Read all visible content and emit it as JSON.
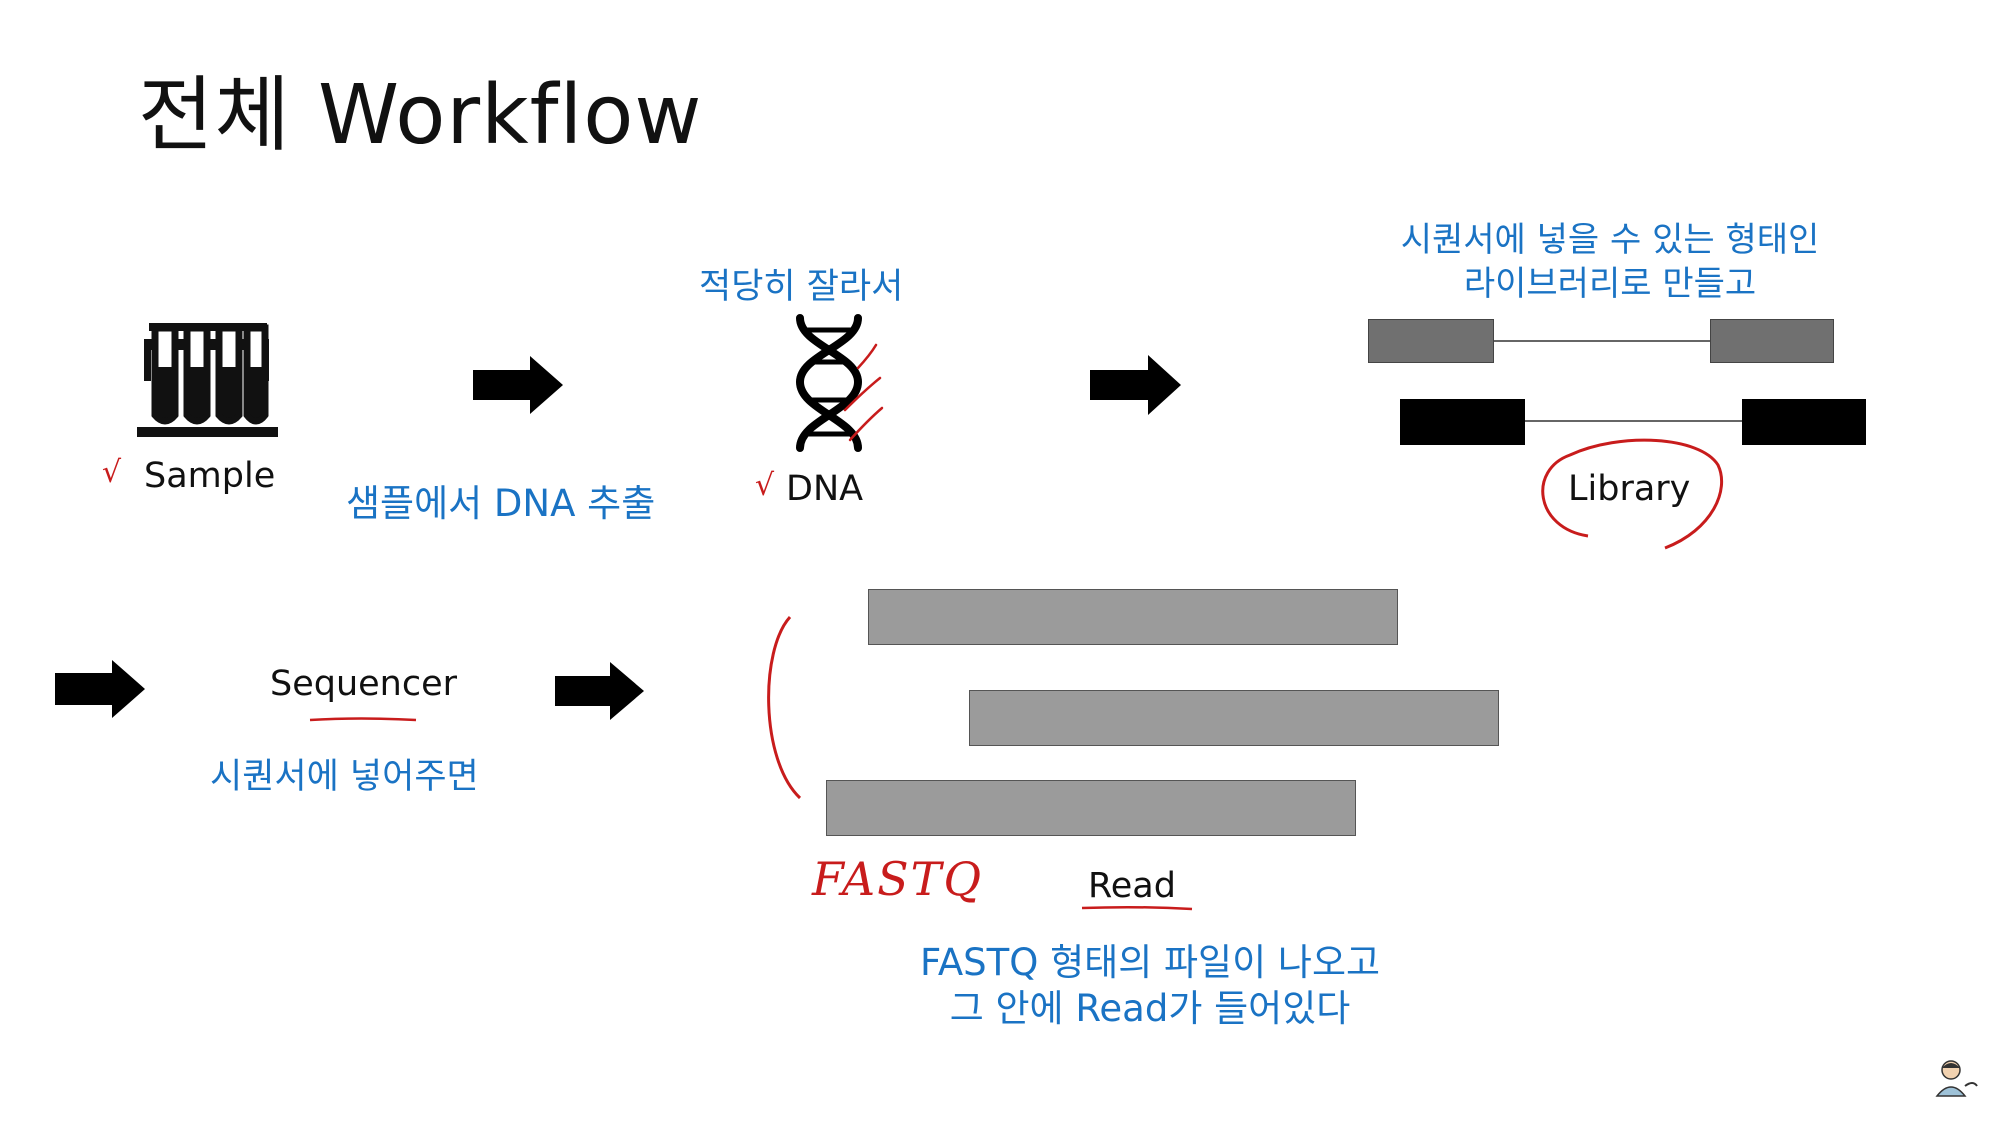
{
  "title": "전체 Workflow",
  "steps": {
    "sample_label": "Sample",
    "extract_caption": "샘플에서 DNA 추출",
    "cut_caption": "적당히 잘라서",
    "dna_label": "DNA",
    "library_caption_line1": "시퀀서에 넣을 수 있는 형태인",
    "library_caption_line2": "라이브러리로 만들고",
    "library_label": "Library",
    "sequencer_label": "Sequencer",
    "sequencer_caption": "시퀀서에 넣어주면",
    "fastq_handwritten": "FASTQ",
    "read_label": "Read",
    "result_caption_line1": "FASTQ 형태의 파일이 나오고",
    "result_caption_line2": "그 안에 Read가 들어있다"
  },
  "marks": {
    "check": "√"
  },
  "icons": [
    "test-tubes-icon",
    "dna-icon",
    "arrow-right-icon",
    "presenter-avatar-icon"
  ],
  "colors": {
    "caption_blue": "#1a73c4",
    "annotation_red": "#c81c1c",
    "read_gray": "#9b9b9b"
  }
}
